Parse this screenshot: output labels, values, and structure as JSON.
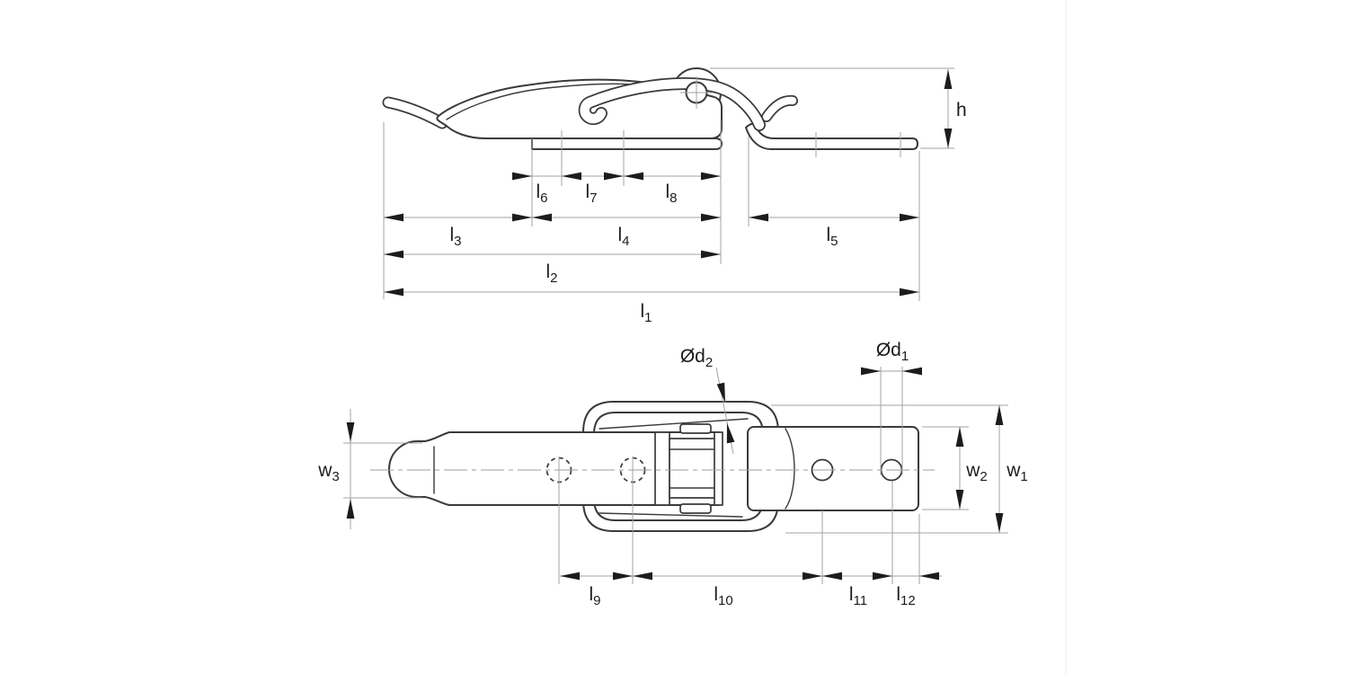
{
  "drawing": {
    "background": "#ffffff",
    "outline_color": "#3a3a3a",
    "dimension_line_color": "#a3a3a3",
    "text_color": "#1c1c1c"
  },
  "side_view": {
    "dims": {
      "h": {
        "main": "h",
        "sub": ""
      },
      "l1": {
        "main": "l",
        "sub": "1"
      },
      "l2": {
        "main": "l",
        "sub": "2"
      },
      "l3": {
        "main": "l",
        "sub": "3"
      },
      "l4": {
        "main": "l",
        "sub": "4"
      },
      "l5": {
        "main": "l",
        "sub": "5"
      },
      "l6": {
        "main": "l",
        "sub": "6"
      },
      "l7": {
        "main": "l",
        "sub": "7"
      },
      "l8": {
        "main": "l",
        "sub": "8"
      }
    }
  },
  "plan_view": {
    "dims": {
      "d1": {
        "main": "Ød",
        "sub": "1"
      },
      "d2": {
        "main": "Ød",
        "sub": "2"
      },
      "w1": {
        "main": "w",
        "sub": "1"
      },
      "w2": {
        "main": "w",
        "sub": "2"
      },
      "w3": {
        "main": "w",
        "sub": "3"
      },
      "l9": {
        "main": "l",
        "sub": "9"
      },
      "l10": {
        "main": "l",
        "sub": "10"
      },
      "l11": {
        "main": "l",
        "sub": "11"
      },
      "l12": {
        "main": "l",
        "sub": "12"
      }
    }
  }
}
